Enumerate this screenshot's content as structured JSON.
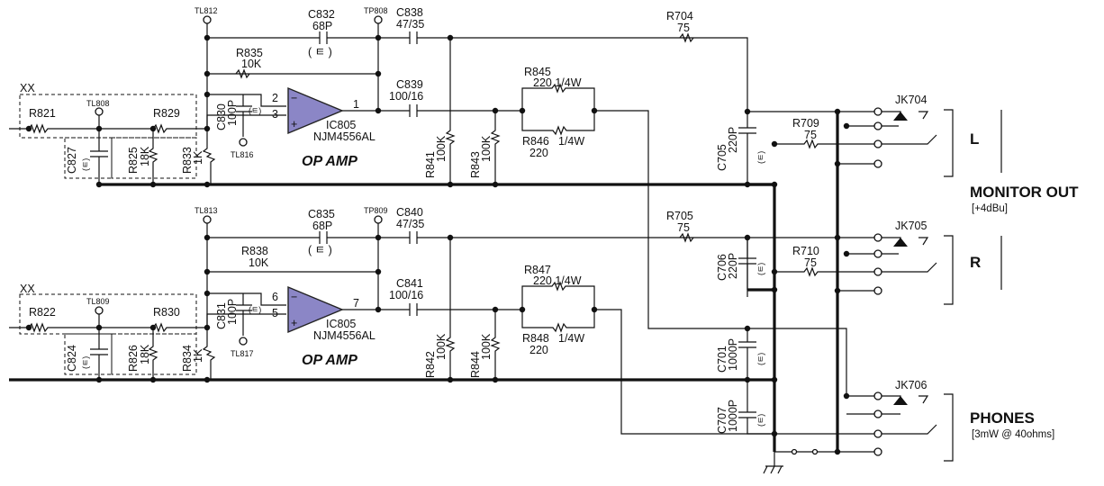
{
  "channels": [
    {
      "xx": "XX",
      "r_in": "R821",
      "tl_in": "TL808",
      "c_in": "C827",
      "c_in_pol": "(ㅌ)",
      "r_shunt": "R825",
      "r_shunt_val": "18K",
      "r_fb_in": "R829",
      "r_gnd": "R833",
      "r_gnd_val": "1K",
      "c_comp": "C830",
      "c_comp_val": "100P",
      "c_comp_pol": "(ㅌ)",
      "tl_comp": "TL816",
      "tl_top": "TL812",
      "c_fb": "C832",
      "c_fb_val": "68P",
      "c_fb_pol": "( ㅌ )",
      "r_fb": "R835",
      "r_fb_val": "10K",
      "tp": "TP808",
      "c_out": "C838",
      "c_out_val": "47/35",
      "c_out2": "C839",
      "c_out2_val": "100/16",
      "pin_minus": "2",
      "pin_plus": "3",
      "pin_out": "1",
      "ic": "IC805",
      "ic_part": "NJM4556AL",
      "op_label": "OP AMP",
      "r_ser1": "R845",
      "r_ser1_val": "220  1/4W",
      "r_ser2": "R846",
      "r_ser2_val1": "1/4W",
      "r_ser2_val2": "220",
      "r_pd1": "R841",
      "r_pd1_val": "100K",
      "r_pd2": "R843",
      "r_pd2_val": "100K",
      "r_mon": "R704",
      "r_mon_val": "75",
      "c_mon": "C705",
      "c_mon_val": "220P",
      "c_mon_pol": "(ㅌ)",
      "r_jk": "R709",
      "r_jk_val": "75",
      "jack": "JK704",
      "side": "L"
    },
    {
      "xx": "XX",
      "r_in": "R822",
      "tl_in": "TL809",
      "c_in": "C824",
      "c_in_pol": "(ㅌ)",
      "r_shunt": "R826",
      "r_shunt_val": "18K",
      "r_fb_in": "R830",
      "r_gnd": "R834",
      "r_gnd_val": "1K",
      "c_comp": "C831",
      "c_comp_val": "100P",
      "c_comp_pol": "(ㅌ)",
      "tl_comp": "TL817",
      "tl_top": "TL813",
      "c_fb": "C835",
      "c_fb_val": "68P",
      "c_fb_pol": "( ㅌ )",
      "r_fb": "R838",
      "r_fb_val": "10K",
      "tp": "TP809",
      "c_out": "C840",
      "c_out_val": "47/35",
      "c_out2": "C841",
      "c_out2_val": "100/16",
      "pin_minus": "6",
      "pin_plus": "5",
      "pin_out": "7",
      "ic": "IC805",
      "ic_part": "NJM4556AL",
      "op_label": "OP AMP",
      "r_ser1": "R847",
      "r_ser1_val": "220  1/4W",
      "r_ser2": "R848",
      "r_ser2_val1": "1/4W",
      "r_ser2_val2": "220",
      "r_pd1": "R842",
      "r_pd1_val": "100K",
      "r_pd2": "R844",
      "r_pd2_val": "100K",
      "r_mon": "R705",
      "r_mon_val": "75",
      "c_mon": "C706",
      "c_mon_val": "220P",
      "c_mon_pol": "(ㅌ)",
      "r_jk": "R710",
      "r_jk_val": "75",
      "jack": "JK705",
      "side": "R"
    }
  ],
  "phones": {
    "c1": "C701",
    "c1_val": "1000P",
    "c1_pol": "(ㅌ)",
    "c2": "C707",
    "c2_val": "1000P",
    "c2_pol": "(ㅌ)",
    "jack": "JK706",
    "title": "PHONES",
    "spec": "[3mW @ 40ohms]"
  },
  "monitor_out": {
    "title": "MONITOR OUT",
    "level": "[+4dBu]"
  }
}
